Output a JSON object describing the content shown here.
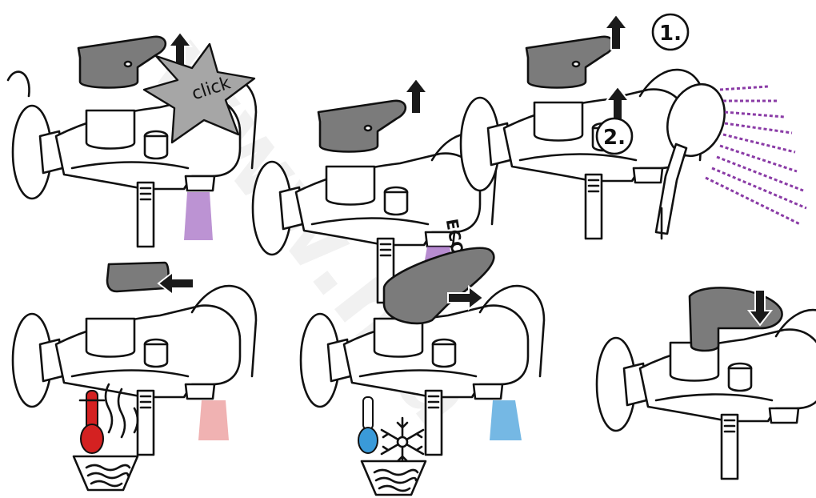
{
  "labels": {
    "click": "click",
    "eco": "ECO",
    "step1": "1.",
    "step2": "2.",
    "watermark": "www.ma"
  },
  "colors": {
    "handle": "#7b7b7b",
    "eco_water": "#a56fc4",
    "shower_spray": "#8a3ba6",
    "hot": "#d42121",
    "cold": "#3a9ad9",
    "outline": "#111111"
  },
  "icons": [
    "thermometer-hot-icon",
    "thermometer-cold-icon",
    "snowflake-icon",
    "steam-icon",
    "basin-icon",
    "arrow-up-icon",
    "arrow-left-icon",
    "arrow-right-icon",
    "arrow-down-icon",
    "hand-shower-icon",
    "star-burst-icon"
  ]
}
